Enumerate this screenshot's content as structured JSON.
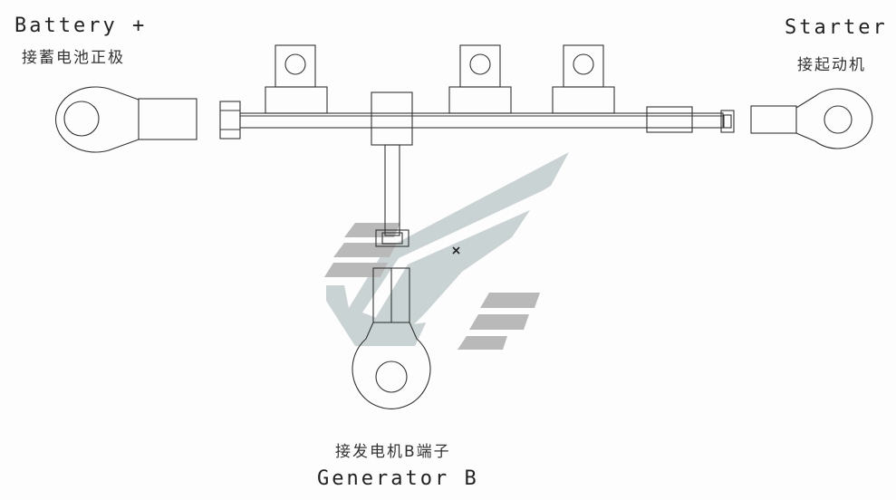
{
  "labels": {
    "battery_en": "Battery +",
    "battery_cn": "接蓄电池正极",
    "starter_en": "Starter",
    "starter_cn": "接起动机",
    "generator_cn": "接发电机B端子",
    "generator_en": "Generator B"
  },
  "colors": {
    "line": "#333333",
    "watermark_light": "#c9d3d3",
    "watermark_dark": "#b9b9b9",
    "background": "#fdfdfd"
  },
  "icons": {
    "cursor": "cursor-cross-icon"
  }
}
